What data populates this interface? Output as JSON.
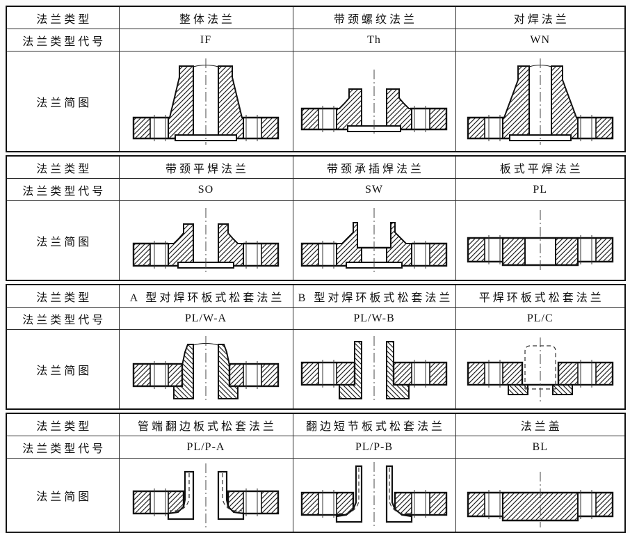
{
  "table": {
    "row_labels": {
      "type": "法兰类型",
      "code": "法兰类型代号",
      "diagram": "法兰简图"
    },
    "groups": [
      {
        "cols": [
          {
            "type": "整体法兰",
            "code": "IF",
            "diagram_icon": "integral-flange-section"
          },
          {
            "type": "带颈螺纹法兰",
            "code": "Th",
            "diagram_icon": "threaded-neck-flange-section"
          },
          {
            "type": "对焊法兰",
            "code": "WN",
            "diagram_icon": "weld-neck-flange-section"
          }
        ]
      },
      {
        "cols": [
          {
            "type": "带颈平焊法兰",
            "code": "SO",
            "diagram_icon": "slip-on-neck-flange-section"
          },
          {
            "type": "带颈承插焊法兰",
            "code": "SW",
            "diagram_icon": "socket-weld-neck-flange-section"
          },
          {
            "type": "板式平焊法兰",
            "code": "PL",
            "diagram_icon": "plate-slip-on-flange-section"
          }
        ]
      },
      {
        "cols": [
          {
            "type": "A 型对焊环板式松套法兰",
            "code": "PL/W-A",
            "diagram_icon": "loose-plate-flange-weld-ring-a-section"
          },
          {
            "type": "B 型对焊环板式松套法兰",
            "code": "PL/W-B",
            "diagram_icon": "loose-plate-flange-weld-ring-b-section"
          },
          {
            "type": "平焊环板式松套法兰",
            "code": "PL/C",
            "diagram_icon": "loose-plate-flange-lap-ring-section"
          }
        ]
      },
      {
        "cols": [
          {
            "type": "管端翻边板式松套法兰",
            "code": "PL/P-A",
            "diagram_icon": "loose-plate-flange-flared-pipe-end-section"
          },
          {
            "type": "翻边短节板式松套法兰",
            "code": "PL/P-B",
            "diagram_icon": "loose-plate-flange-flared-stub-section"
          },
          {
            "type": "法兰盖",
            "code": "BL",
            "diagram_icon": "blind-flange-section"
          }
        ]
      }
    ]
  },
  "colors": {
    "line": "#111111",
    "hatch": "#222222",
    "background": "#ffffff"
  }
}
